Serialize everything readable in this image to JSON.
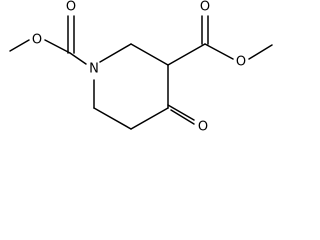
{
  "molecule": {
    "atoms": {
      "ring_nitrogen": "N",
      "ester1_carbonyl_oxygen": "O",
      "ester1_ether_oxygen": "O",
      "ester3_carbonyl_oxygen": "O",
      "ester3_ether_oxygen": "O",
      "ketone_oxygen": "O"
    }
  }
}
